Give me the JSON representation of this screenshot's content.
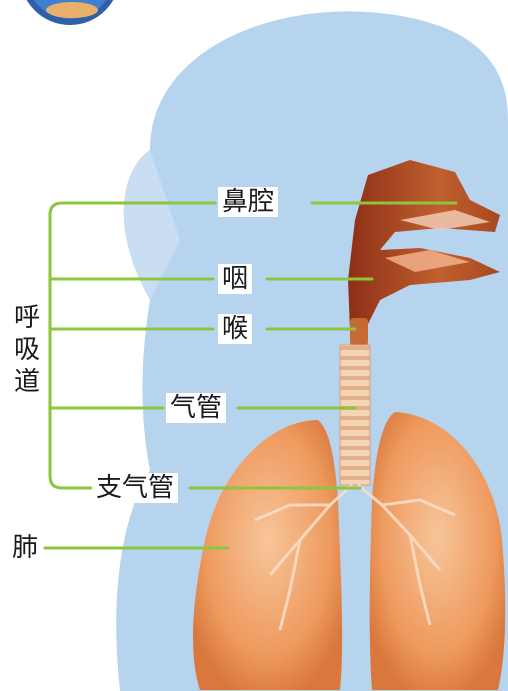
{
  "diagram": {
    "group_label_chars": [
      "呼",
      "吸",
      "道"
    ],
    "labels": {
      "nasal_cavity": "鼻腔",
      "pharynx": "咽",
      "larynx": "喉",
      "trachea": "气管",
      "bronchus": "支气管",
      "lung": "肺"
    },
    "colors": {
      "leader_line": "#8cc63f",
      "silhouette": "#b7d4ee",
      "airway": "#b5532a",
      "trachea": "#f2c9a6",
      "lung": "#f0a26a"
    }
  }
}
